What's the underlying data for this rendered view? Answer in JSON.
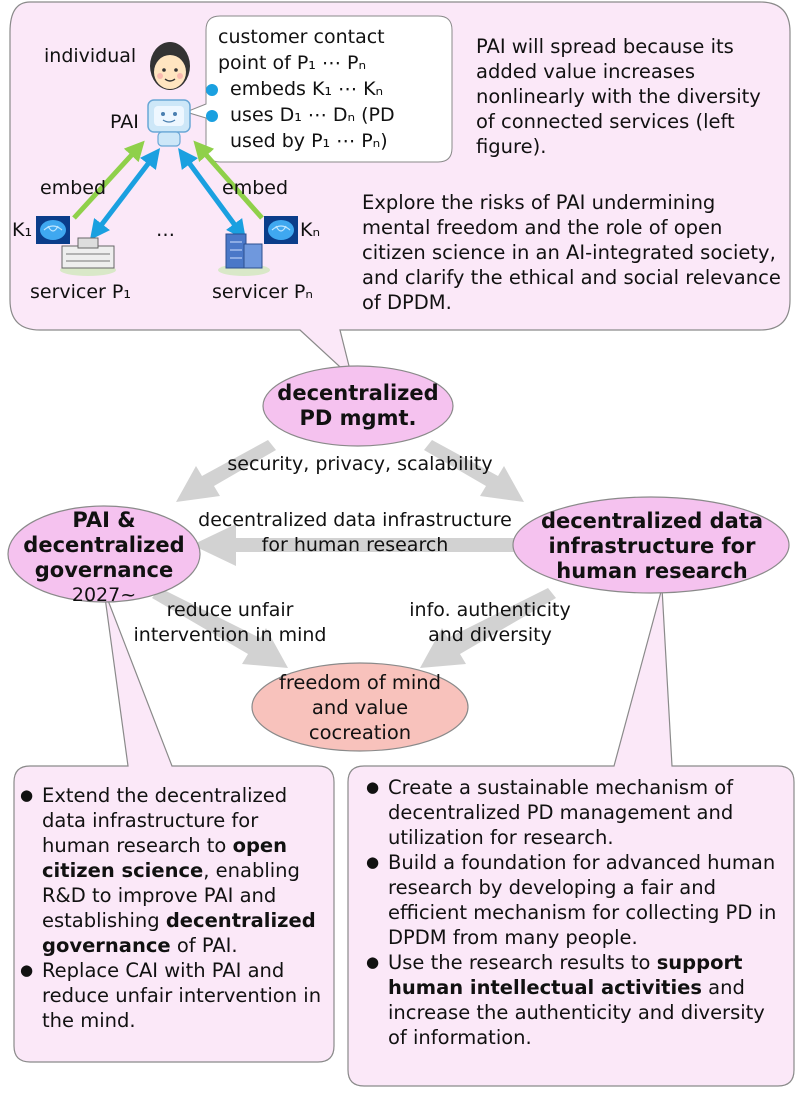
{
  "top_panel": {
    "individual_label": "individual",
    "pai_label": "PAI",
    "bubble_line1": "customer contact",
    "bubble_line2": "point of P₁ ⋯ Pₙ",
    "bubble_item1": "embeds K₁ ⋯ Kₙ",
    "bubble_item2_a": "uses D₁ ⋯ Dₙ (PD",
    "bubble_item2_b": "used by P₁ ⋯ Pₙ)",
    "embed_left": "embed",
    "embed_right": "embed",
    "k1_label": "K₁",
    "kn_label": "Kₙ",
    "dots": "…",
    "servicer_1": "servicer P₁",
    "servicer_n": "servicer Pₙ",
    "text_spread": "PAI will spread because its added value increases nonlinearly with the diversity of connected services (left figure).",
    "text_explore": "Explore the risks of PAI undermining mental freedom and the role of open citizen science in an AI-integrated society, and clarify the ethical and social relevance of DPDM."
  },
  "cycle": {
    "node_top": "decentralized PD mgmt.",
    "node_left_title": "PAI & decentralized governance",
    "node_left_year": "2027~",
    "node_right": "decentralized data infrastructure for human research",
    "node_bottom": "freedom of mind and value cocreation",
    "edge_top": "security, privacy, scalability",
    "edge_middle_1": "decentralized data infrastructure",
    "edge_middle_2": "for human research",
    "edge_left_1": "reduce unfair",
    "edge_left_2": "intervention in mind",
    "edge_right_1": "info. authenticity",
    "edge_right_2": "and diversity"
  },
  "left_box": {
    "b1_pre": "Extend the decentralized data infrastructure for human research to ",
    "b1_bold1": "open citizen science",
    "b1_mid": ", enabling R&D to improve PAI and establishing ",
    "b1_bold2": "decentralized governance",
    "b1_post": " of PAI.",
    "b2": "Replace CAI with PAI and reduce unfair intervention in the mind."
  },
  "right_box": {
    "b1": "Create a sustainable mechanism of decentralized PD management and utilization for research.",
    "b2": "Build a foundation for advanced human research by developing a fair and efficient mechanism for collecting PD in DPDM from many people.",
    "b3_pre": "Use the research results to ",
    "b3_bold": "support human intellectual activities",
    "b3_post": " and increase the authenticity and diversity of information."
  },
  "colors": {
    "panel_fill": "#fbe8f8",
    "oval_fill": "#f5c2ef",
    "bottom_oval_fill": "#f8c2bc",
    "gray_arrow": "#d2d2d2",
    "green_arrow": "#8fd04a",
    "blue_arrow": "#1aa0e0"
  }
}
